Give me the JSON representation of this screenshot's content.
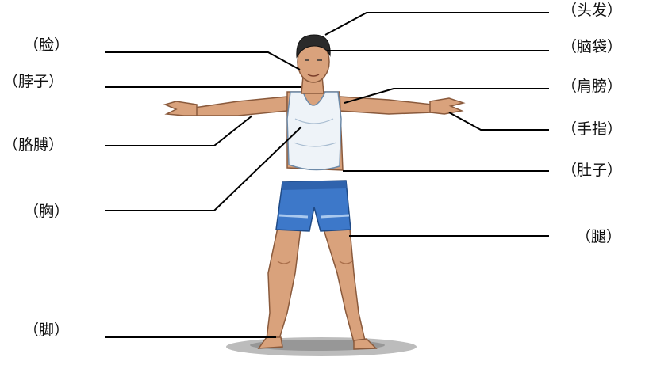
{
  "labels": {
    "left": {
      "face": "（脸）",
      "neck": "（脖子）",
      "arm": "（胳膊）",
      "chest": "（胸）",
      "foot": "（脚）"
    },
    "right": {
      "hair": "（头发）",
      "head": "（脑袋）",
      "shoulder": "（肩膀）",
      "finger": "（手指）",
      "belly": "（肚子）",
      "leg": "（腿）"
    }
  },
  "colors": {
    "skin": "#d9a27c",
    "skin_shade": "#b97a55",
    "tank_top": "#eef3f8",
    "shorts": "#3d78c9",
    "shorts_stripe": "#a9c8ee",
    "hair": "#2a2a2a",
    "shadow": "#9a9a9a",
    "line": "#000000"
  }
}
